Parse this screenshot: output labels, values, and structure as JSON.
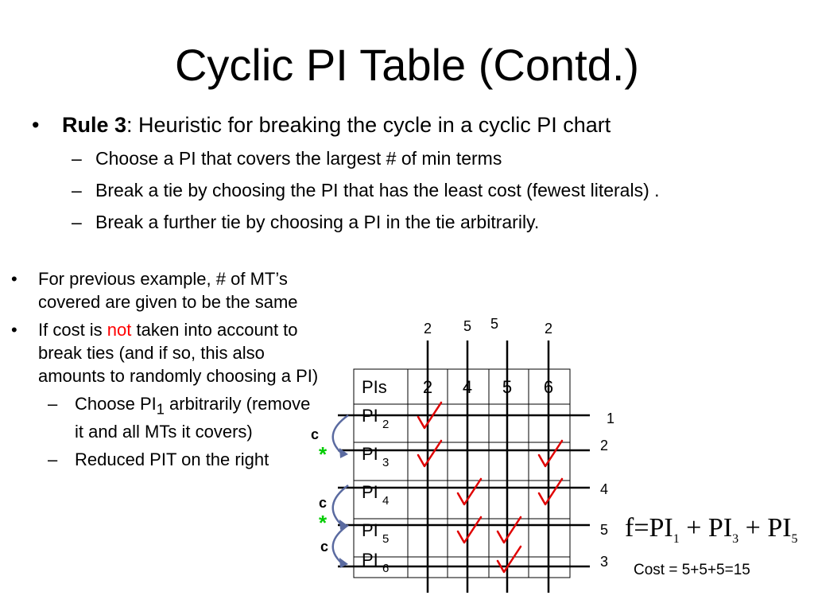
{
  "title": "Cyclic PI Table (Contd.)",
  "rule": {
    "label": "Rule 3",
    "text": ": Heuristic for breaking the cycle in a cyclic PI chart",
    "subs": [
      "Choose a PI that covers the largest # of min terms",
      "Break a tie by choosing the PI that has the least cost (fewest literals) .",
      "Break a further tie by choosing a PI in the tie arbitrarily."
    ]
  },
  "left": {
    "b1": "For previous example, # of MT’s covered are given to be the same",
    "b2_before": "If cost is ",
    "b2_red": "not",
    "b2_after": " taken into account to break ties (and if so, this also amounts to randomly choosing a PI)",
    "sub1_a": "Choose PI",
    "sub1_sub": "1",
    "sub1_b": " arbitrarily (remove it and all MTs it covers)",
    "sub2": "Reduced PIT on the right"
  },
  "table": {
    "corner": "PIs",
    "columns": [
      "2",
      "4",
      "5",
      "6"
    ],
    "column_counts": [
      "2",
      "5",
      "5",
      "2"
    ],
    "rows": [
      {
        "base": "PI",
        "sub": "2",
        "count": "1",
        "checks": [
          true,
          false,
          false,
          false
        ]
      },
      {
        "base": "PI",
        "sub": "3",
        "count": "2",
        "checks": [
          true,
          false,
          false,
          true
        ]
      },
      {
        "base": "PI",
        "sub": "4",
        "count": "4",
        "checks": [
          false,
          true,
          false,
          true
        ]
      },
      {
        "base": "PI",
        "sub": "5",
        "count": "5",
        "checks": [
          false,
          true,
          true,
          false
        ]
      },
      {
        "base": "PI",
        "sub": "6",
        "count": "3",
        "checks": [
          false,
          false,
          true,
          false
        ]
      }
    ],
    "markers": [
      {
        "text": "c",
        "color": "#000000"
      },
      {
        "text": "*",
        "color": "#00cc00"
      },
      {
        "text": "c",
        "color": "#000000"
      },
      {
        "text": "*",
        "color": "#00cc00"
      },
      {
        "text": "c",
        "color": "#000000"
      }
    ],
    "check_color": "#e00000",
    "arrow_color": "#5a6aa0"
  },
  "formula": {
    "f": "f=PI",
    "s1": "1",
    "plus1": " + PI",
    "s2": "3",
    "plus2": " + PI",
    "s3": "5"
  },
  "cost": "Cost = 5+5+5=15"
}
